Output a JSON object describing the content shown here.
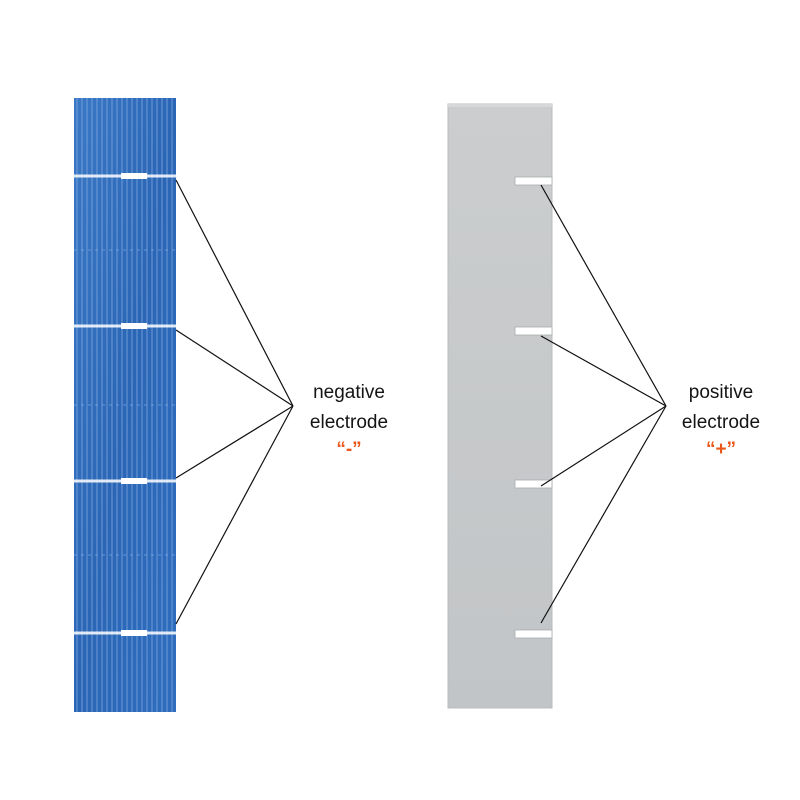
{
  "negative_label": {
    "line1": "negative",
    "line2": "electrode",
    "sign": "“-”"
  },
  "positive_label": {
    "line1": "positive",
    "line2": "electrode",
    "sign": "“+”"
  },
  "colors": {
    "front_cell": "#2f6bbd",
    "front_cell_dark": "#1f55a3",
    "finger_lines": "#8fb4e4",
    "busbar": "#ffffff",
    "back_cell": "#c4c7c9",
    "back_cell_edge": "#b3b6b8",
    "pointer_lines": "#111111",
    "sign_accent": "#e8581a"
  },
  "icons": {
    "front": "solar-cell-strip-front",
    "back": "solar-cell-strip-back"
  }
}
